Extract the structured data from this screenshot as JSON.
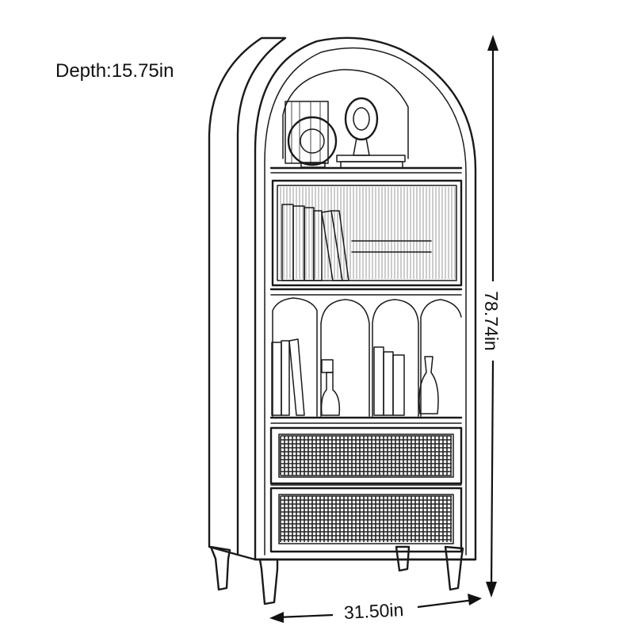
{
  "dimensions": {
    "depth": "Depth:15.75in",
    "height": "78.74in",
    "width": "31.50in"
  },
  "colors": {
    "line": "#1a1a1a",
    "background": "#ffffff"
  }
}
